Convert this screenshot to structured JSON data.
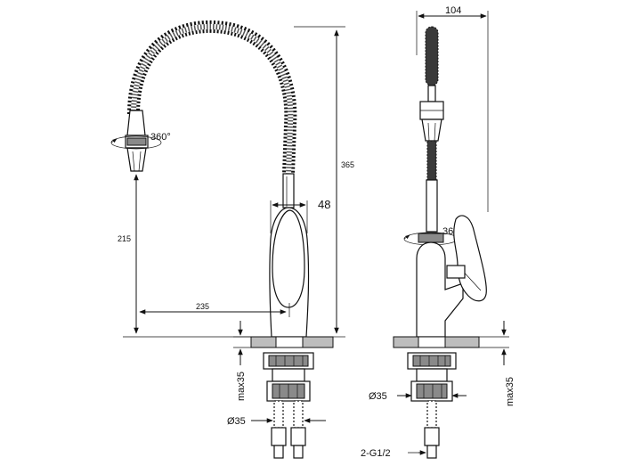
{
  "drawing": {
    "dimensions": {
      "width_top": "104",
      "height_total": "365",
      "spout_height": "215",
      "spout_reach": "235",
      "body_width": "48",
      "rotate_spout": "360°",
      "rotate_body": "360°",
      "nut_height_left": "max35",
      "nut_height_right": "max35",
      "hole_diameter_left": "Ø35",
      "hole_diameter_right": "Ø35",
      "hose_thread": "2-G1/2"
    }
  }
}
